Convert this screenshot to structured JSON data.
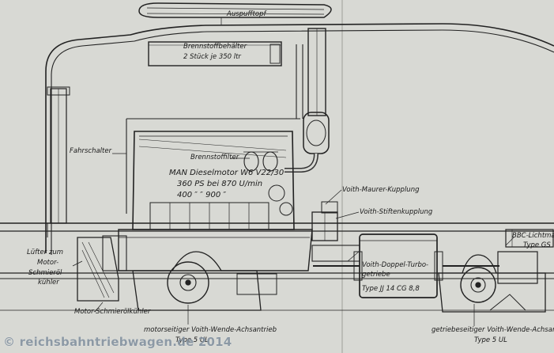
{
  "labels": {
    "exhaust": "Auspufftopf",
    "fuel_tank_1": "Brennstoffbehälter",
    "fuel_tank_2": "2 Stück je 350 ltr",
    "fahrschalter": "Fahrschalter",
    "fuel_filter": "Brennstoffilter",
    "engine_1": "MAN Dieselmotor W6 V22/30",
    "engine_2": "360 PS bei 870 U/min",
    "engine_3": "400  ″  ″  900  ″",
    "maurer": "Voith-Maurer-Kupplung",
    "stiften": "Voith-Stiftenkupplung",
    "turbo_1": "Voith-Doppel-Turbo-",
    "turbo_2": "getriebe",
    "turbo_3": "Type JJ 14 CG 8,8",
    "fan_1": "Lüfter zum",
    "fan_2": "Motor-",
    "fan_3": "Schmieröl-",
    "fan_4": "kühler",
    "oil_cooler": "Motor-Schmierölkühler",
    "motor_axle_1": "motorseitiger Voith-Wende-Achsantrieb",
    "motor_axle_2": "Type 5 UL",
    "gear_axle_1": "getriebeseitiger Voith-Wende-Achsantrieb",
    "gear_axle_2": "Type 5 UL",
    "bbc_1": "BBC-Lichtma",
    "bbc_2": "Type GS"
  },
  "watermark": "© reichsbahntriebwagen.de 2014"
}
